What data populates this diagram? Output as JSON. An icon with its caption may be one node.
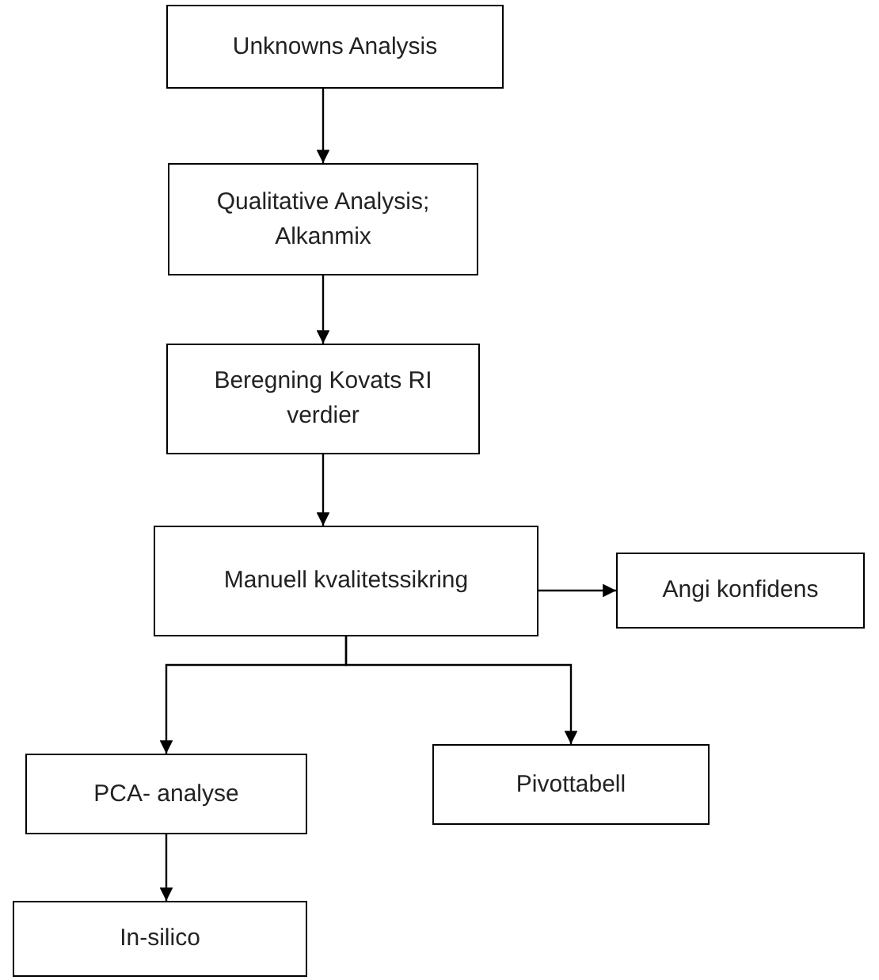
{
  "diagram": {
    "nodes": [
      {
        "text": [
          "Unknowns Analysis"
        ]
      },
      {
        "text": [
          "Qualitative Analysis; Alkanmix"
        ]
      },
      {
        "text": [
          "Beregning Kovats RI verdier"
        ]
      },
      {
        "text": [
          "Manuell kvalitetssikring"
        ]
      },
      {
        "text": [
          "Angi konfidens"
        ]
      },
      {
        "text": [
          "PCA- analyse"
        ]
      },
      {
        "text": [
          "Pivottabell"
        ]
      },
      {
        "text": [
          "In-silico"
        ]
      }
    ],
    "edges": [
      {
        "from": 0,
        "to": 1,
        "arrow": "to"
      },
      {
        "from": 1,
        "to": 2,
        "arrow": "to"
      },
      {
        "from": 2,
        "to": 3,
        "arrow": "to"
      },
      {
        "from": 3,
        "to": 4,
        "arrow": "to"
      },
      {
        "from": 3,
        "to": 5,
        "arrow": "to"
      },
      {
        "from": 3,
        "to": 6,
        "arrow": "to"
      },
      {
        "from": 5,
        "to": 7,
        "arrow": "to"
      }
    ]
  }
}
